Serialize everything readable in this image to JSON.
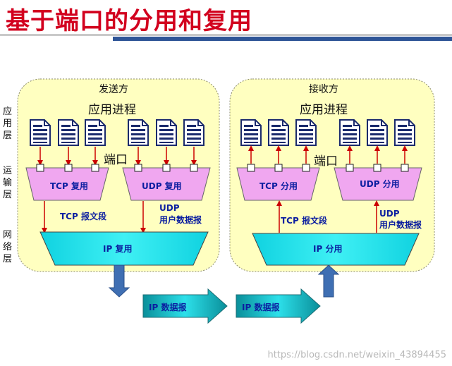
{
  "title": "基于端口的分用和复用",
  "layers": {
    "app": "应用层",
    "transport": "运输层",
    "network": "网络层"
  },
  "sender": {
    "label": "发送方",
    "process": "应用进程",
    "port": "端口",
    "tcp": "TCP 复用",
    "udp": "UDP 复用",
    "tcp_segment": "TCP 报文段",
    "udp_label": "UDP",
    "udp_datagram": "用户数据报",
    "ip": "IP 复用"
  },
  "receiver": {
    "label": "接收方",
    "process": "应用进程",
    "port": "端口",
    "tcp": "TCP 分用",
    "udp": "UDP 分用",
    "tcp_segment": "TCP 报文段",
    "udp_label": "UDP",
    "udp_datagram": "用户数据报",
    "ip": "IP 分用"
  },
  "datagrams": [
    "IP 数据报",
    "IP 数据报"
  ],
  "watermark": "https://blog.csdn.net/weixin_43894455",
  "colors": {
    "panel": "#ffffc0",
    "transport_box": "#f0a7f0",
    "ip_box": "#22e8f0",
    "arrow_blue": "#3f6fb3",
    "red_arrow": "#cc0000",
    "title": "#d2001e",
    "label_blue": "#0b1ea0"
  },
  "icons": {
    "process": "document-icon",
    "port": "port-square-icon"
  }
}
